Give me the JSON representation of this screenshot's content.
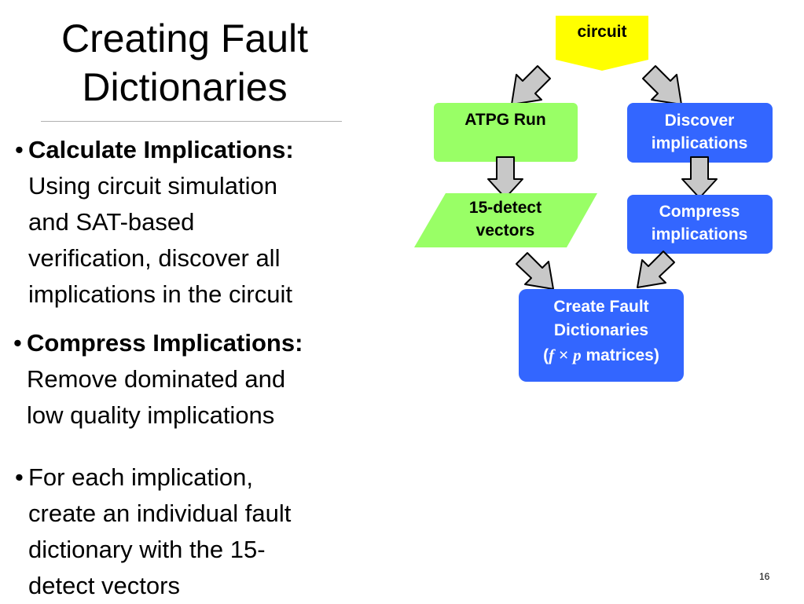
{
  "slide": {
    "title_line1": "Creating Fault",
    "title_line2": "Dictionaries",
    "page_number": "16"
  },
  "bullets": [
    {
      "lead": "Calculate Implications:",
      "lines": [
        "Using circuit simulation",
        "and SAT-based",
        "verification, discover all",
        "implications in the circuit"
      ]
    },
    {
      "lead": "Compress Implications:",
      "lines": [
        "Remove dominated and",
        "low quality implications"
      ]
    },
    {
      "lead": "",
      "lines": [
        "For each implication,",
        "create an individual fault",
        "dictionary with the 15-",
        "detect vectors"
      ]
    }
  ],
  "flow": {
    "circuit": "circuit",
    "atpg": "ATPG Run",
    "discover": [
      "Discover",
      "implications"
    ],
    "vectors": [
      "15-detect",
      "vectors"
    ],
    "compress": [
      "Compress",
      "implications"
    ],
    "create": [
      "Create Fault",
      "Dictionaries"
    ],
    "create_open": "(",
    "create_f": "f",
    "create_times": " × ",
    "create_p": "p",
    "create_tail": " matrices)",
    "colors": {
      "circuit_fill": "#ffff00",
      "green_fill": "#99ff66",
      "blue_fill": "#3366ff",
      "arrow_fill": "#c8c8c8",
      "arrow_stroke": "#000000"
    }
  }
}
